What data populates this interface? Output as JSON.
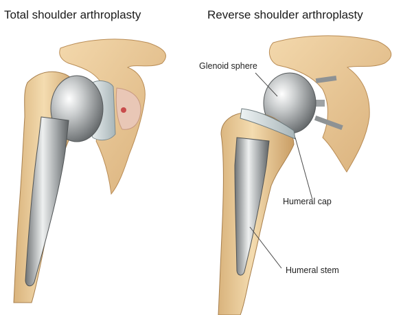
{
  "titles": {
    "left": "Total shoulder arthroplasty",
    "right": "Reverse shoulder arthroplasty"
  },
  "labels": {
    "glenoid_sphere": "Glenoid sphere",
    "humeral_cap": "Humeral cap",
    "humeral_stem": "Humeral stem"
  },
  "colors": {
    "bone": "#efd2a0",
    "bone_shadow": "#c9a06a",
    "metal": "#b9bcbd",
    "metal_highlight": "#f2f3f3",
    "metal_shadow": "#6f7375",
    "poly_component": "#d8e2e4",
    "leader_line": "#4a4a4a"
  }
}
